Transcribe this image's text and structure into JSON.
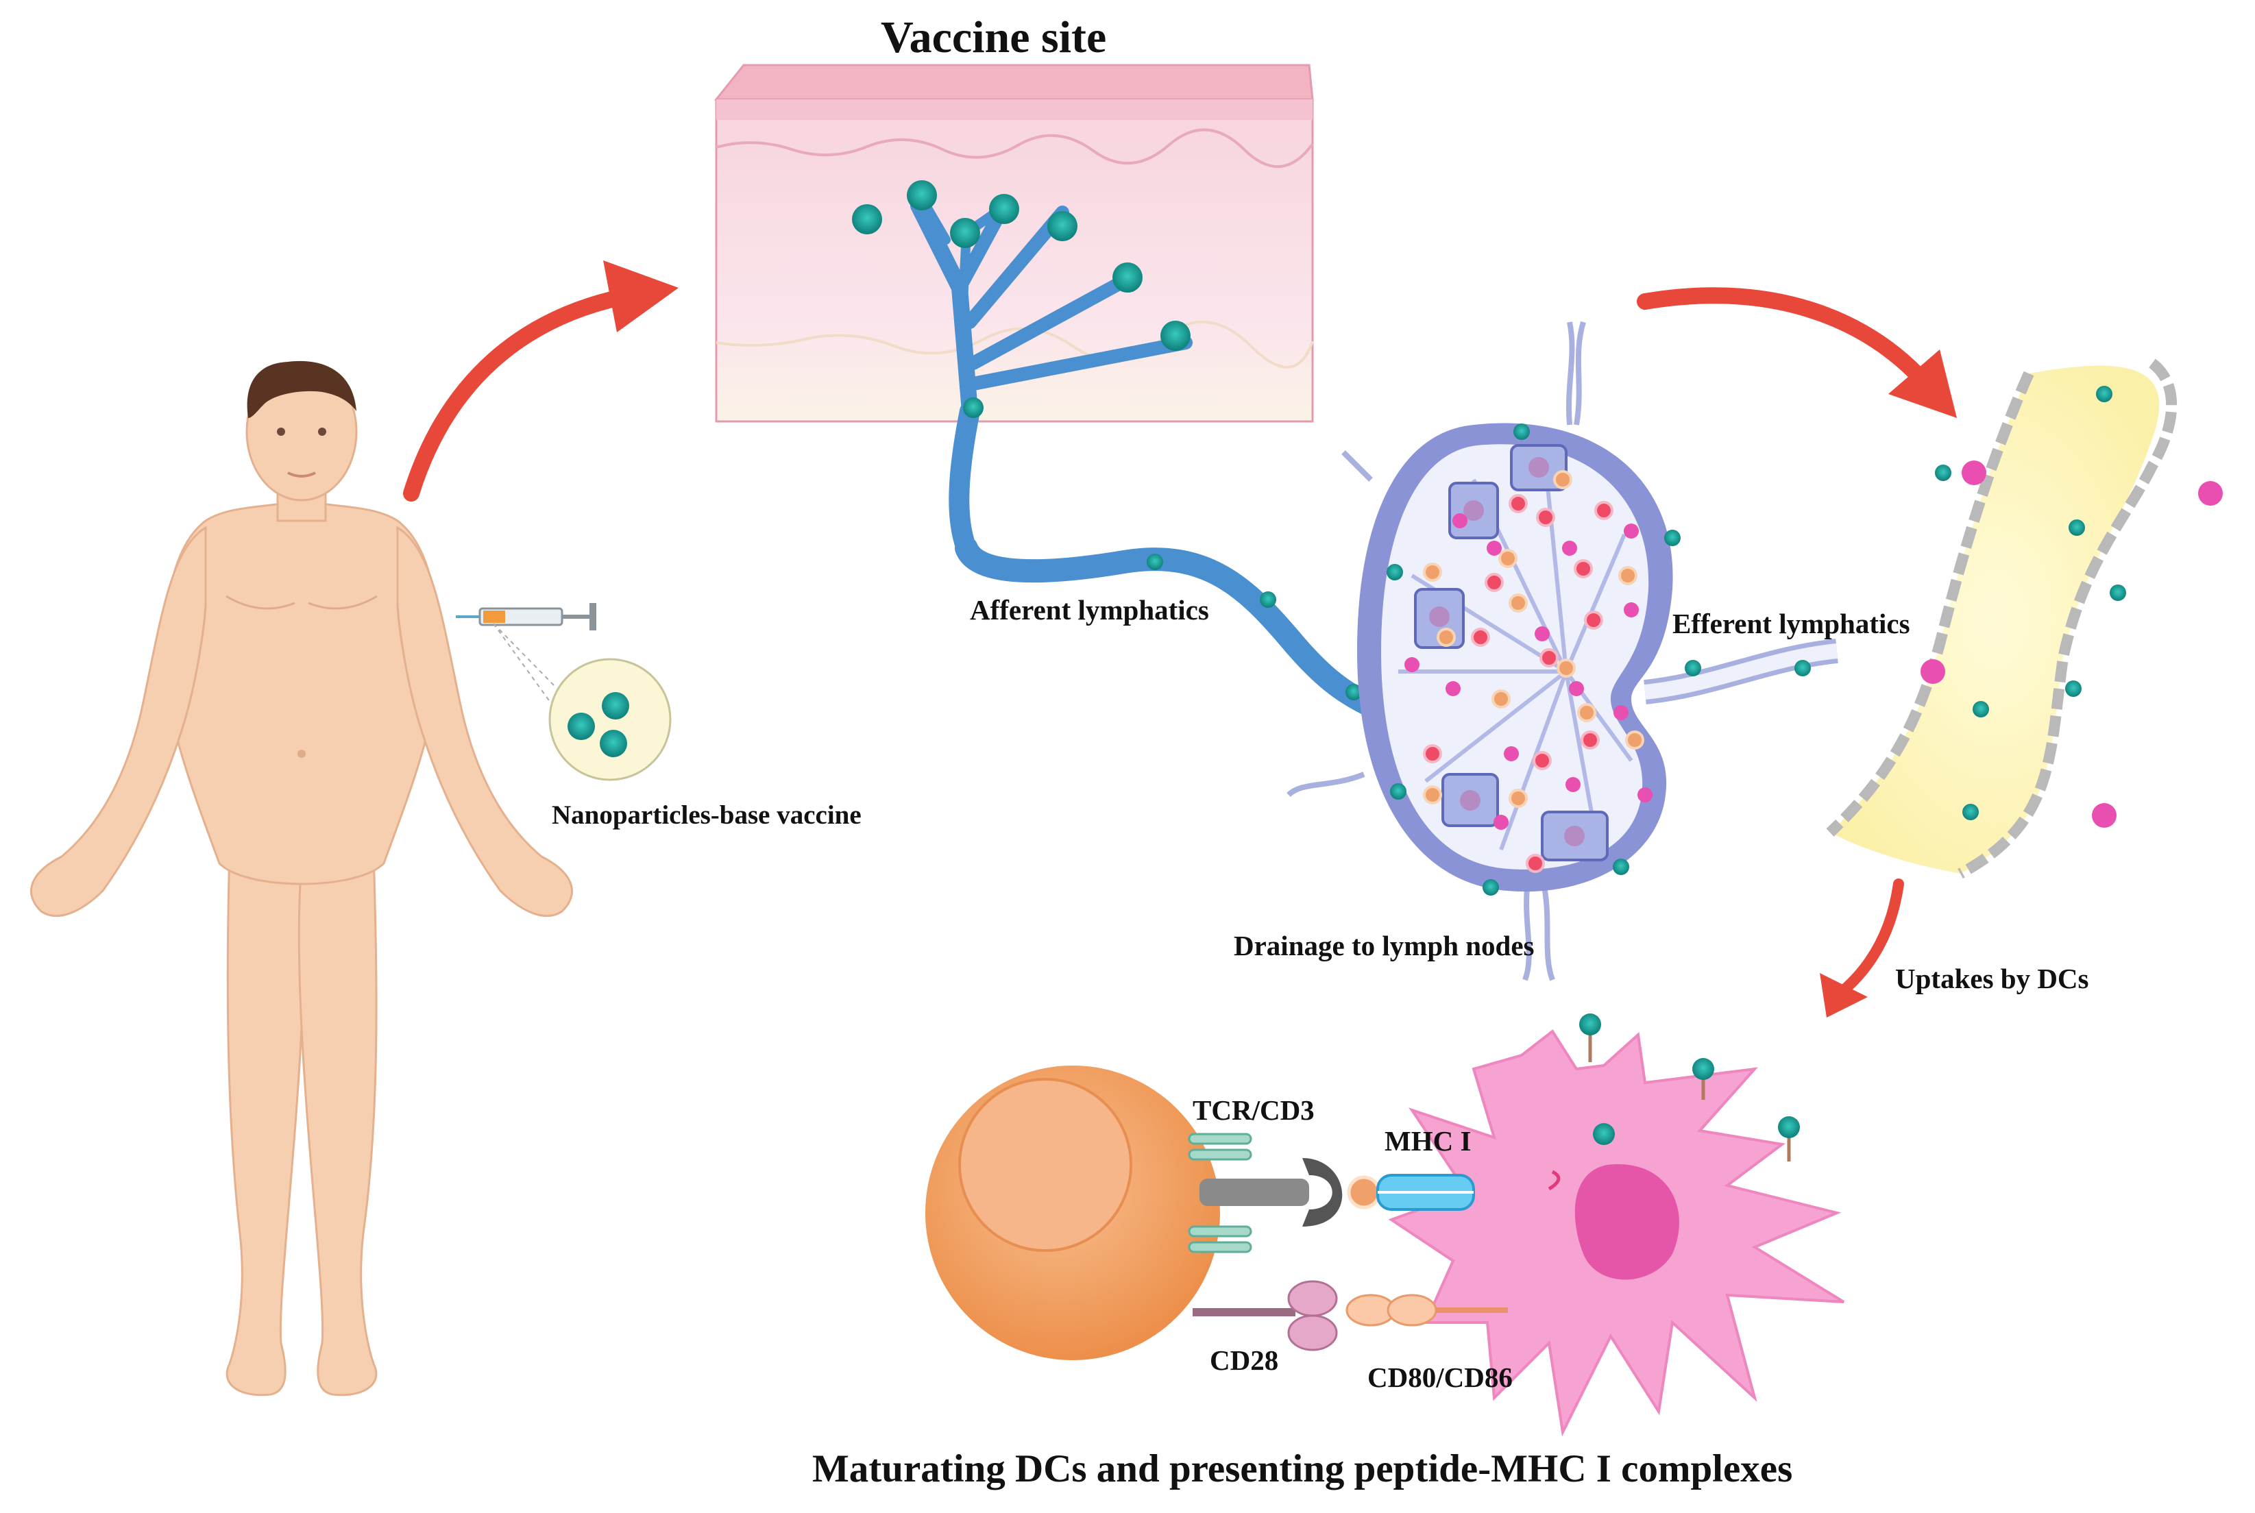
{
  "labels": {
    "vaccine_site": "Vaccine site",
    "nanoparticles_vaccine": "Nanoparticles-base vaccine",
    "afferent_lymphatics": "Afferent lymphatics",
    "efferent_lymphatics": "Efferent lymphatics",
    "drainage_lymph_nodes": "Drainage to lymph nodes",
    "uptakes_by_dcs": "Uptakes by DCs",
    "tcr_cd3": "TCR/CD3",
    "mhc_i": "MHC I",
    "cd28": "CD28",
    "cd80_cd86": "CD80/CD86",
    "caption": "Maturating DCs and presenting peptide-MHC I complexes"
  },
  "colors": {
    "arrow": "#e8483a",
    "skin_top": "#f4c4cf",
    "skin_body": "#fbe3ea",
    "lymph_vessel": "#4a8fd0",
    "nanoparticle": "#1aa7a0",
    "lymph_node": "#8a93d6",
    "dendritic_cell": "#f7a3d2",
    "t_cell": "#f0a060",
    "body_skin": "#f6cfb1"
  }
}
